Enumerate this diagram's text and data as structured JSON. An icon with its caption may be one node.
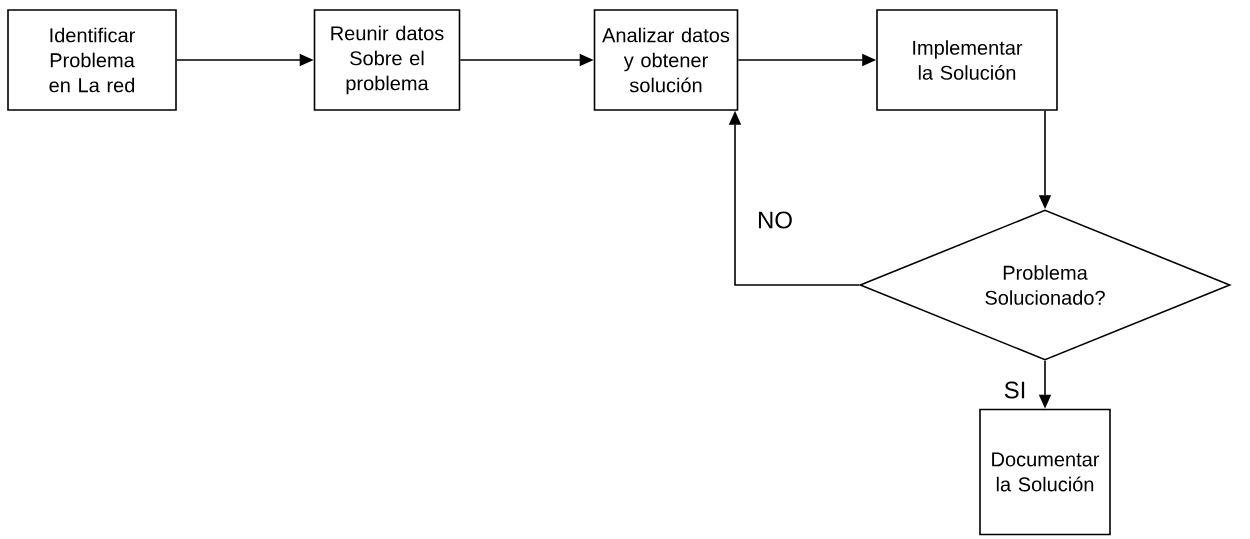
{
  "diagram": {
    "nodes": [
      {
        "text": [
          "Identificar Problema en La red"
        ]
      },
      {
        "text": [
          "Reunir datos Sobre el problema"
        ]
      },
      {
        "text": [
          "Analizar datos y obtener solución"
        ]
      },
      {
        "text": [
          "Implementar la Solución"
        ]
      },
      {
        "text": [
          "Problema Solucionado?"
        ]
      },
      {
        "text": [
          "Documentar la Solución"
        ]
      }
    ],
    "edges": [
      {
        "from": 0,
        "to": 1,
        "arrow": "to"
      },
      {
        "from": 1,
        "to": 2,
        "arrow": "to"
      },
      {
        "from": 2,
        "to": 3,
        "arrow": "to"
      },
      {
        "from": 3,
        "to": 4,
        "arrow": "to"
      },
      {
        "from": 4,
        "to": 2,
        "arrow": "to",
        "label": "NO"
      },
      {
        "from": 4,
        "to": 5,
        "arrow": "to",
        "label": "SI"
      }
    ]
  }
}
